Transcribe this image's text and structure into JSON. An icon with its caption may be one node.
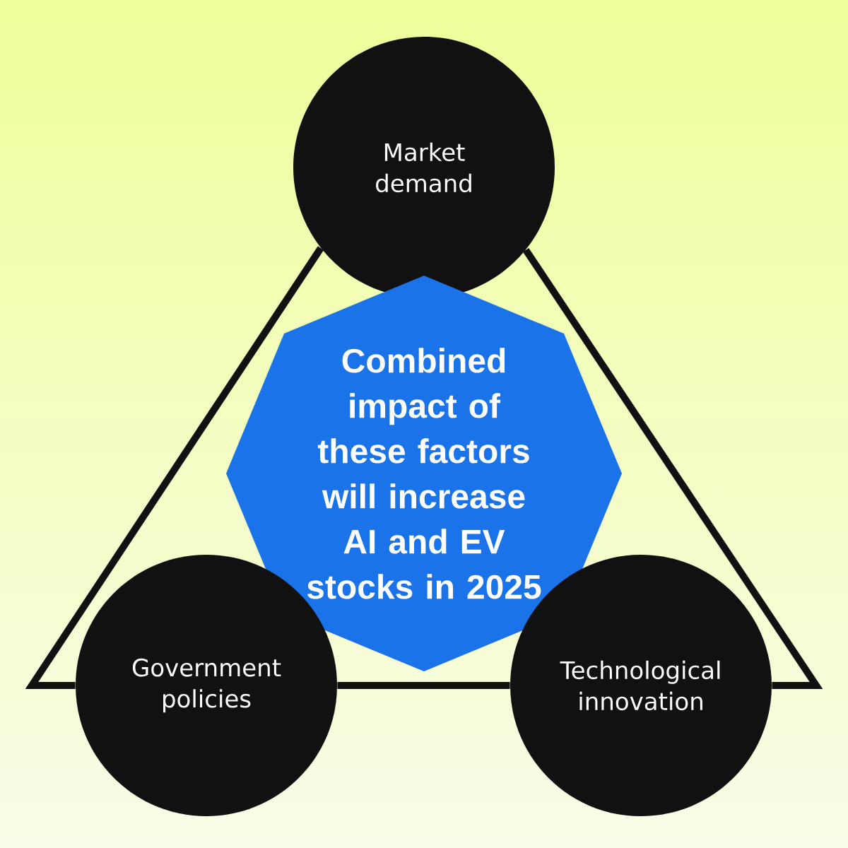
{
  "diagram": {
    "nodes": [
      {
        "text": [
          "Market demand"
        ]
      },
      {
        "text": [
          "Combined impact of these factors will increase AI and EV stocks in 2025"
        ]
      },
      {
        "text": [
          "Government policies"
        ]
      },
      {
        "text": [
          "Technological innovation"
        ]
      }
    ],
    "edges": [
      {
        "from": 0,
        "to": 2,
        "arrow": "none"
      },
      {
        "from": 2,
        "to": 3,
        "arrow": "none"
      },
      {
        "from": 3,
        "to": 0,
        "arrow": "none"
      }
    ]
  }
}
